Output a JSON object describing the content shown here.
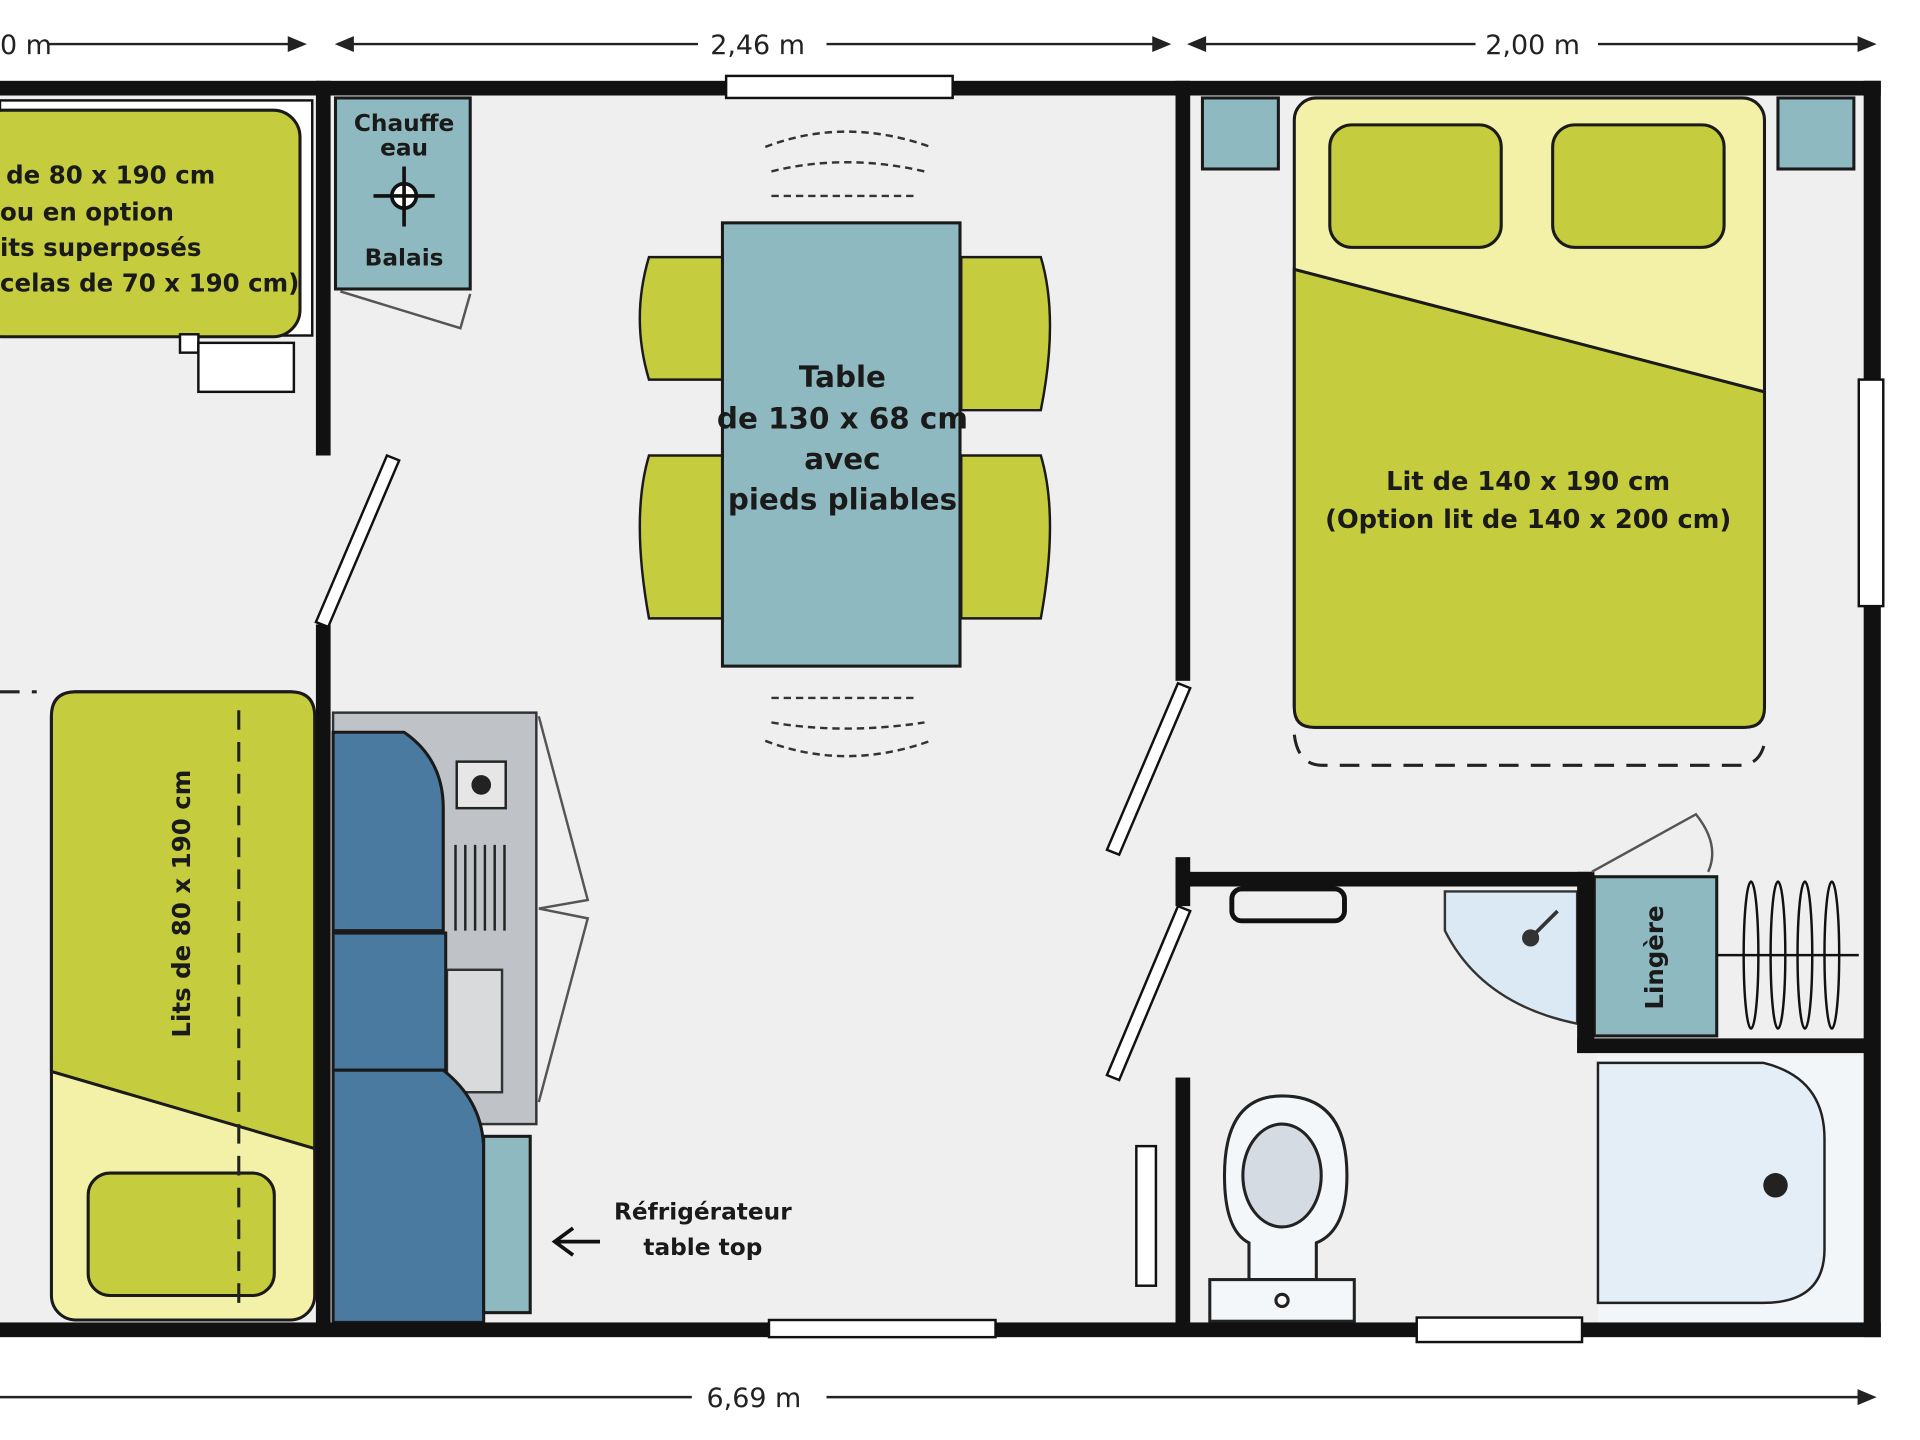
{
  "dimensions": {
    "left_width": "0 m",
    "middle_width": "2,46 m",
    "right_width": "2,00 m",
    "total_length": "6,69 m"
  },
  "labels": {
    "bunk_bed": [
      "de 80 x 190 cm",
      "ou en option",
      "its superposés",
      "celas de 70 x 190 cm)"
    ],
    "water_heater": [
      "Chauffe",
      "eau"
    ],
    "broom": "Balais",
    "table": [
      "Table",
      "de 130 x 68 cm",
      "avec",
      "pieds pliables"
    ],
    "double_bed": [
      "Lit de 140 x 190 cm",
      "(Option lit de 140 x 200 cm)"
    ],
    "twin_beds": "Lits de 80 x 190 cm",
    "linen": "Lingère",
    "fridge": [
      "Réfrigérateur",
      "table top"
    ]
  }
}
